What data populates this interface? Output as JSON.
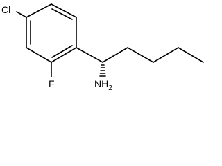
{
  "molecule": {
    "atoms": {
      "chlorine": "Cl",
      "fluorine": "F",
      "amine_prefix": "NH",
      "amine_subscript": "2"
    },
    "stereo_bond": "hashed-wedge",
    "colors": {
      "bond": "#000000",
      "label": "#000000",
      "background": "#ffffff"
    }
  }
}
